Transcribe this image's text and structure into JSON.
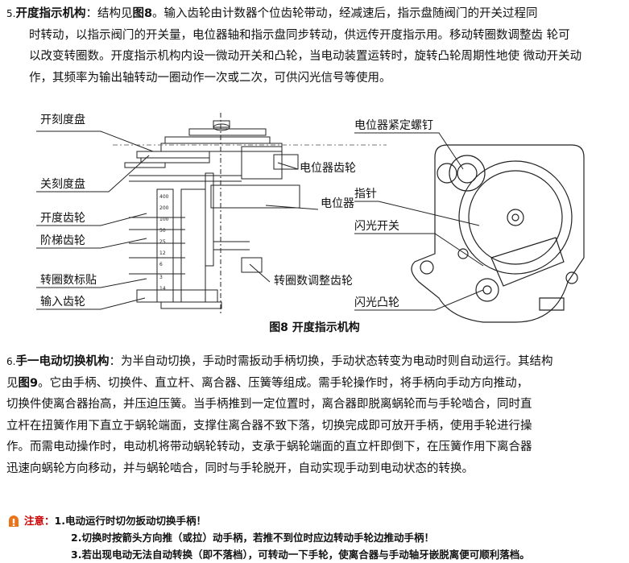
{
  "section5": {
    "number": "5.",
    "title": "开度指示机构",
    "text": "：结构见",
    "fig_ref": "图8",
    "lines": [
      "。输入齿轮由计数器个位齿轮带动，经减速后，指示盘随阀门的开关过程同",
      "时转动，以指示阀门的开关量，电位器轴和指示盘同步转动，供远传开度指示用。移动转圈数调整齿    轮可",
      "以改变转圈数。开度指示机构内设一微动开关和凸轮，当电动装置运转时，旋转凸轮周期性地使    微动开关动",
      "作，其频率为输出轴转动一圈动作一次或二次，可供闪光信号等使用。"
    ]
  },
  "figure": {
    "left_labels": [
      "开刻度盘",
      "关刻度盘",
      "开度齿轮",
      "阶梯齿轮",
      "转圈数标贴",
      "输入齿轮"
    ],
    "mid_labels": [
      "电位器齿轮",
      "电位器",
      "转圈数调整齿轮"
    ],
    "right_labels": [
      "电位器紧定螺钉",
      "指针",
      "闪光开关",
      "闪光凸轮"
    ],
    "scale_ticks": [
      "400",
      "200",
      "100",
      "50",
      "25",
      "12",
      "6",
      "3",
      "14"
    ],
    "caption": "图8    开度指示机构"
  },
  "section6": {
    "number": "6.",
    "title": "手一电动切换机构",
    "lines": [
      "：为半自动切换，手动时需扳动手柄切换，手动状态转变为电动时则自动运行。其结构",
      "见",
      "。它由手柄、切换件、直立杆、离合器、压簧等组成。需手轮操作时，将手柄向手动方向推动，",
      "切换件使离合器抬高，并压迫压簧。当手柄推到一定位置时，离合器即脱离蜗轮而与手轮啮合，同时直",
      "立杆在扭簧作用下直立于蜗轮端面，支撑住离合器不致下落，切换完成即可放开手柄，使用手轮进行操",
      "作。而需电动操作时，电动机将带动蜗轮转动，支承于蜗轮端面的直立杆即倒下，在压簧作用下离合器",
      "迅速向蜗轮方向移动，并与蜗轮啮合，同时与手轮脱开，自动实现手动到电动状态的转换。"
    ],
    "fig_ref": "图9"
  },
  "note": {
    "head": "注意：",
    "items": [
      "1.电动运行时切勿扳动切换手柄！",
      "2.切换时按箭头方向推（或拉）动手柄，若推不到位时应边转动手轮边推动手柄！",
      "3.若出现电动无法自动转换（即不落档），可转动一下手轮，使离合器与手动轴牙嵌脱离便可顺利落档。"
    ]
  },
  "colors": {
    "warning_icon": "#e8751a",
    "note_head": "#c00000"
  }
}
